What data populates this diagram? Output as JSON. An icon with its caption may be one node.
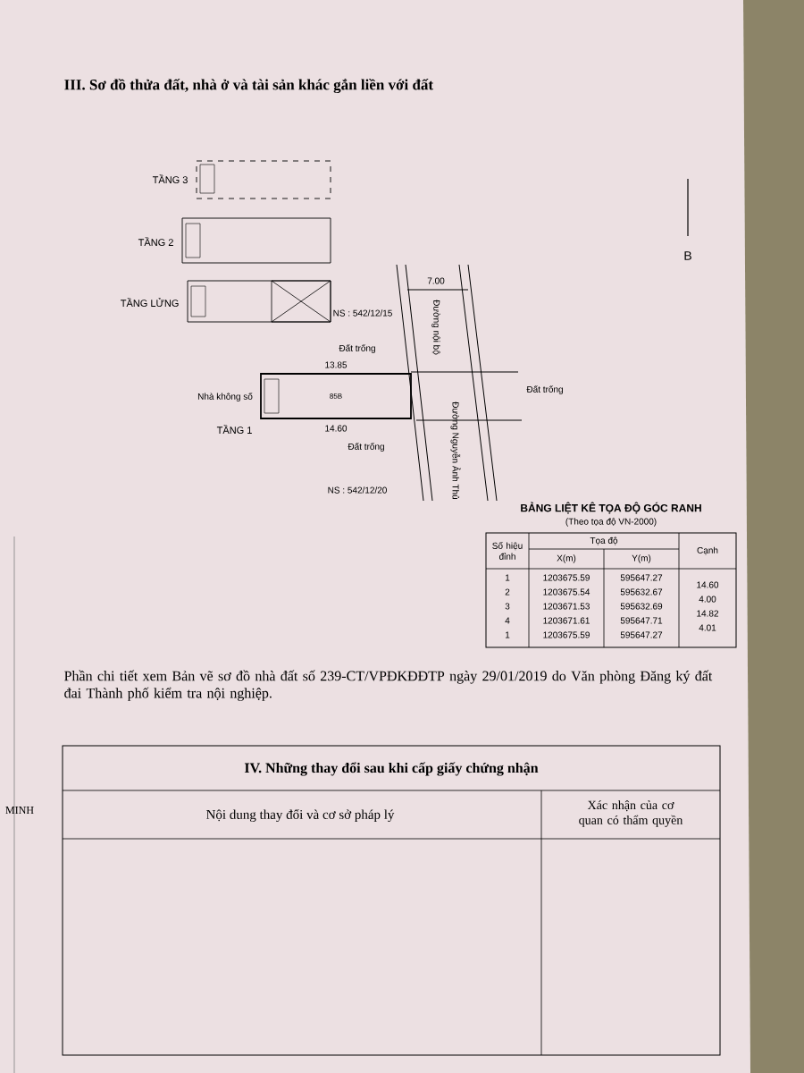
{
  "diagram": {
    "title": "III. Sơ đồ thửa đất, nhà ở và tài sản khác gắn liền với đất",
    "nodes": [
      {
        "text": [],
        "shape": "box",
        "beside": [
          "TẦNG 3"
        ]
      },
      {
        "text": [],
        "shape": "box",
        "beside": [
          "TẦNG 2"
        ]
      },
      {
        "text": [],
        "shape": "box",
        "beside": [
          "TẦNG LỬNG"
        ]
      },
      {
        "text": [
          "85B"
        ],
        "beside": [
          "TẦNG 1"
        ]
      }
    ],
    "labels": [
      "B",
      "Nhà không số",
      "Đất trống",
      "Đất trống",
      "Đất trống",
      "NS : 542/12/15",
      "NS : 542/12/20",
      "Đường nội bộ",
      "Đường Nguyễn Ảnh Thủ",
      "7.00",
      "13.85",
      "14.60",
      "BẢNG LIỆT KÊ TỌA ĐỘ GÓC RANH",
      "(Theo tọa độ VN-2000)",
      "Số hiệu đỉnh",
      "Tọa độ",
      "Cạnh",
      "X(m)",
      "Y(m)",
      "1",
      "1203675.59",
      "595647.27",
      "2",
      "1203675.54",
      "595632.67",
      "3",
      "1203671.53",
      "595632.69",
      "4",
      "1203671.61",
      "595647.71",
      "1",
      "1203675.59",
      "595647.27",
      "14.60",
      "4.00",
      "14.82",
      "4.01",
      "Phần chi tiết xem Bản vẽ sơ đồ nhà đất số 239-CT/VPĐKĐĐTP ngày 29/01/2019 do Văn phòng Đăng ký đất đai Thành phố kiểm tra nội nghiệp.",
      "MINH",
      "IV. Những thay đổi sau khi cấp giấy chứng nhận",
      "Nội dung thay đổi và cơ sở pháp lý",
      "Xác nhận của cơ quan có thẩm quyền"
    ]
  }
}
